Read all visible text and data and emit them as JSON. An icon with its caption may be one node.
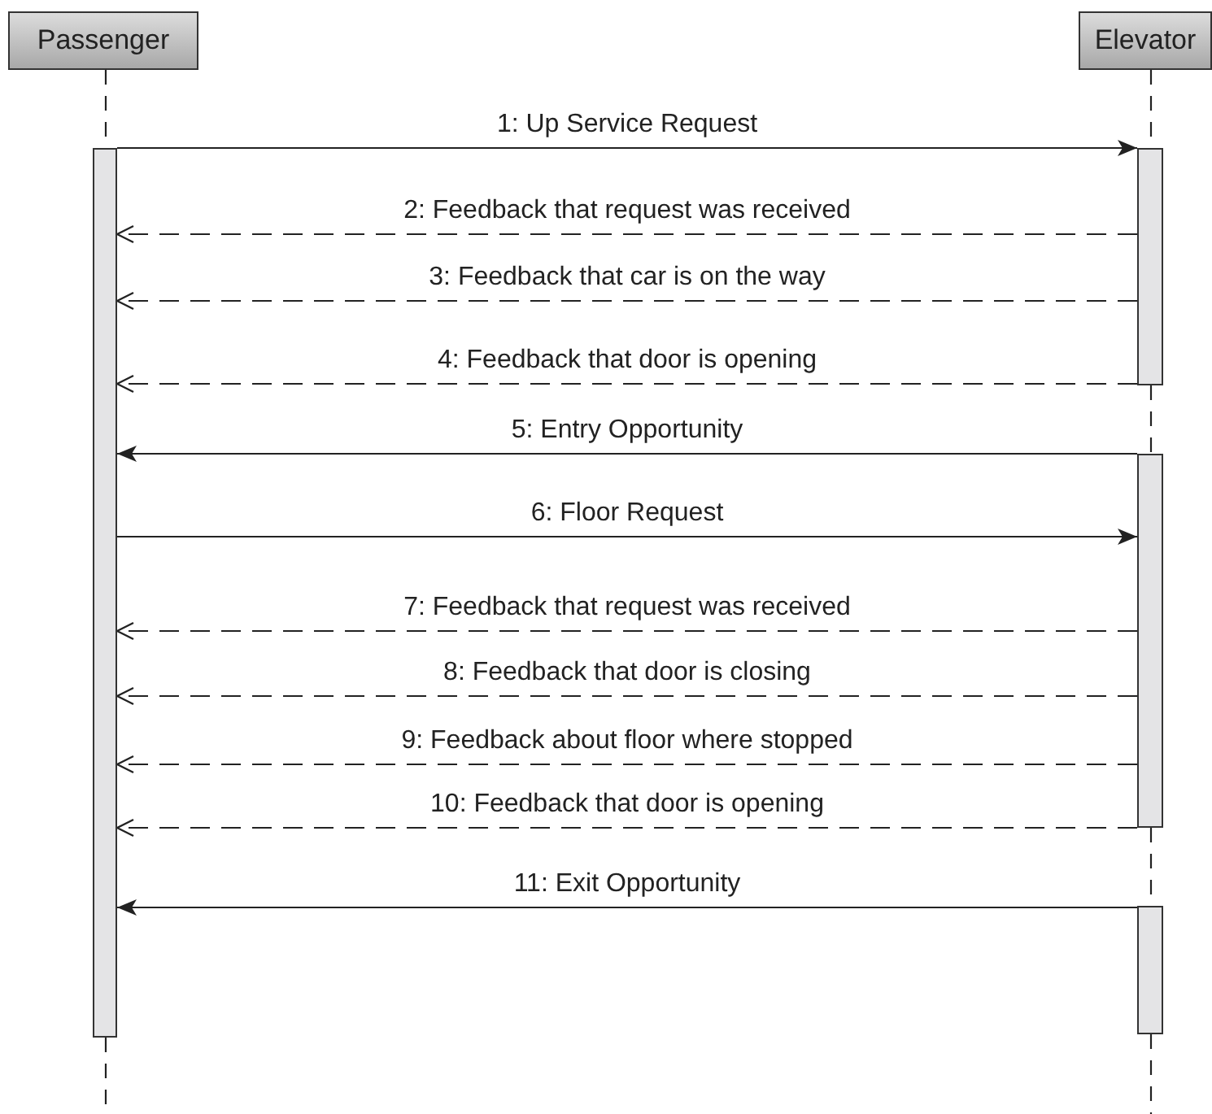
{
  "diagram": {
    "nodes": [
      {
        "text": [
          "Passenger"
        ]
      },
      {
        "text": [
          "Elevator"
        ]
      },
      {
        "text": [],
        "shape": "bar"
      },
      {
        "text": [],
        "shape": "bar"
      },
      {
        "text": [],
        "shape": "bar"
      },
      {
        "text": [],
        "shape": "bar"
      }
    ],
    "edges": [
      {
        "from": 2,
        "to": 3,
        "arrow": "to",
        "label": "1: Up Service Request"
      },
      {
        "from": 3,
        "to": 2,
        "arrow": "to",
        "style": "dashed",
        "label": "2: Feedback that request was received"
      },
      {
        "from": 3,
        "to": 2,
        "arrow": "to",
        "style": "dashed",
        "label": "3: Feedback that car is on the way"
      },
      {
        "from": 3,
        "to": 2,
        "arrow": "to",
        "style": "dashed",
        "label": "4: Feedback that door is opening"
      },
      {
        "from": 4,
        "to": 2,
        "arrow": "to",
        "label": "5: Entry Opportunity"
      },
      {
        "from": 2,
        "to": 4,
        "arrow": "to",
        "label": "6: Floor Request"
      },
      {
        "from": 4,
        "to": 2,
        "arrow": "to",
        "style": "dashed",
        "label": "7: Feedback that request was received"
      },
      {
        "from": 4,
        "to": 2,
        "arrow": "to",
        "style": "dashed",
        "label": "8: Feedback that door is closing"
      },
      {
        "from": 4,
        "to": 2,
        "arrow": "to",
        "style": "dashed",
        "label": "9: Feedback about floor where stopped"
      },
      {
        "from": 4,
        "to": 2,
        "arrow": "to",
        "style": "dashed",
        "label": "10: Feedback that door is opening"
      },
      {
        "from": 5,
        "to": 2,
        "arrow": "to",
        "label": "11: Exit Opportunity"
      },
      {
        "from": 0,
        "to": 2,
        "arrow": "none",
        "style": "dashed"
      },
      {
        "from": 1,
        "to": 3,
        "arrow": "none",
        "style": "dashed"
      },
      {
        "from": 3,
        "to": 4,
        "arrow": "none",
        "style": "dashed"
      },
      {
        "from": 4,
        "to": 5,
        "arrow": "none",
        "style": "dashed"
      },
      {
        "from": 2,
        "to": null,
        "arrow": "none",
        "style": "dashed"
      },
      {
        "from": 5,
        "to": null,
        "arrow": "none",
        "style": "dashed"
      }
    ]
  }
}
